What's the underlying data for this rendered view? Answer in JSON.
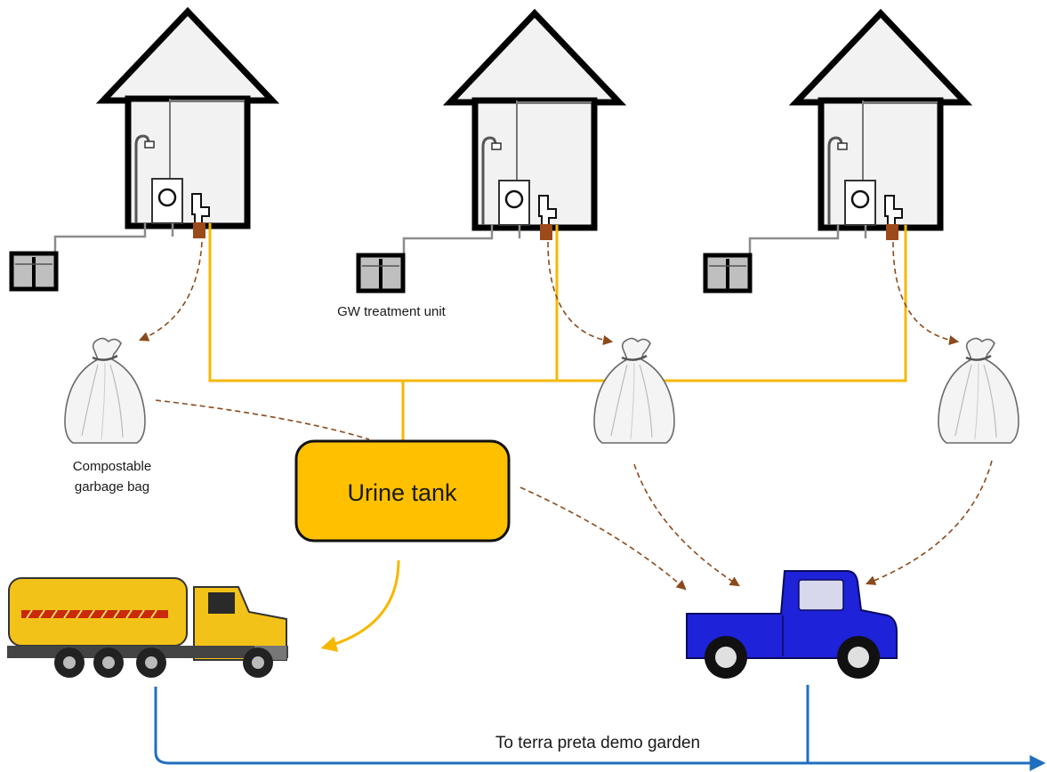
{
  "labels": {
    "gw_unit": "GW treatment unit",
    "garbage_bag_line1": "Compostable",
    "garbage_bag_line2": "garbage bag",
    "urine_tank": "Urine tank",
    "destination": "To terra preta demo garden"
  },
  "icons": [
    "house-icon",
    "shower-icon",
    "washing-machine-icon",
    "toilet-icon",
    "greywater-tank-icon",
    "garbage-bag-icon",
    "tanker-truck-icon",
    "pickup-truck-icon"
  ],
  "colors": {
    "urine_line": "#f5b800",
    "tank_fill": "#ffc000",
    "feces_flow": "#8b4a1c",
    "destination_line": "#1f6fbf",
    "tanker_body": "#f3c218",
    "pickup_body": "#1e22d8",
    "pipe_gray": "#8c8c8c"
  }
}
